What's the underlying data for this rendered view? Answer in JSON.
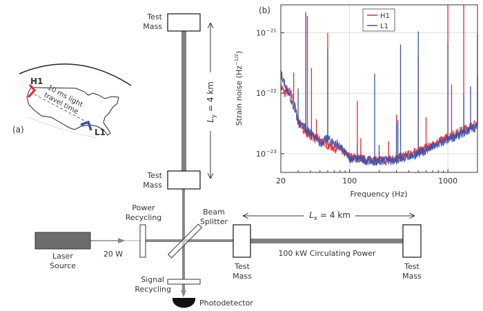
{
  "panel_a": {
    "label": "(a)",
    "h1_label": "H1",
    "l1_label": "L1",
    "travel_line1": "10 ms light",
    "travel_line2": "travel time",
    "h1_color": "#e8242a",
    "l1_color": "#3a52a8"
  },
  "diagram": {
    "laser_line1": "Laser",
    "laser_line2": "Source",
    "input_power": "20 W",
    "power_recycling_line1": "Power",
    "power_recycling_line2": "Recycling",
    "beam_splitter_line1": "Beam",
    "beam_splitter_line2": "Splitter",
    "signal_recycling_line1": "Signal",
    "signal_recycling_line2": "Recycling",
    "photodetector": "Photodetector",
    "test_mass_line1": "Test",
    "test_mass_line2": "Mass",
    "ly_label": "L",
    "ly_sub": "y",
    "ly_value": " = 4 km",
    "lx_label": "L",
    "lx_sub": "x",
    "lx_value": " = 4 km",
    "circulating_power": "100 kW Circulating Power"
  },
  "chart_data": {
    "type": "line",
    "panel_label": "(b)",
    "xlabel": "Frequency (Hz)",
    "ylabel": "Strain noise (Hz",
    "ylabel_exp": "−1/2",
    "ylabel_end": ")",
    "xscale": "log",
    "yscale": "log",
    "xlim": [
      20,
      2000
    ],
    "ylim": [
      4.9e-24,
      2.9e-21
    ],
    "xticks": [
      {
        "v": 20,
        "label": "20"
      },
      {
        "v": 100,
        "label": "100"
      },
      {
        "v": 1000,
        "label": "1000"
      }
    ],
    "yticks": [
      {
        "v": 1e-21,
        "label": "10",
        "exp": "−21"
      },
      {
        "v": 1e-22,
        "label": "10",
        "exp": "−22"
      },
      {
        "v": 1e-23,
        "label": "10",
        "exp": "−23"
      }
    ],
    "grid": true,
    "legend_position": "top-center",
    "series": [
      {
        "name": "H1",
        "color": "#e8242a",
        "baseline": [
          [
            20,
            1.3e-22
          ],
          [
            22,
            1e-22
          ],
          [
            25,
            1.1e-22
          ],
          [
            28,
            6e-23
          ],
          [
            30,
            3.5e-23
          ],
          [
            35,
            2.4e-23
          ],
          [
            40,
            2e-23
          ],
          [
            50,
            1.7e-23
          ],
          [
            60,
            1.4e-23
          ],
          [
            70,
            1.25e-23
          ],
          [
            80,
            1.2e-23
          ],
          [
            100,
            9e-24
          ],
          [
            150,
            8e-24
          ],
          [
            200,
            7.8e-24
          ],
          [
            300,
            8.5e-24
          ],
          [
            500,
            1.1e-23
          ],
          [
            700,
            1.4e-23
          ],
          [
            1000,
            1.9e-23
          ],
          [
            1500,
            2.6e-23
          ],
          [
            2000,
            3.2e-23
          ]
        ],
        "lines": [
          [
            27,
            2.2e-22
          ],
          [
            35.9,
            2e-21
          ],
          [
            37.3,
            1.9e-21
          ],
          [
            41,
            2.6e-22
          ],
          [
            46,
            3.7e-23
          ],
          [
            60,
            1e-21
          ],
          [
            120,
            7.5e-23
          ],
          [
            130,
            1.8e-23
          ],
          [
            250,
            1.6e-23
          ],
          [
            300,
            4.4e-23
          ],
          [
            500,
            4e-22
          ],
          [
            600,
            4e-23
          ],
          [
            1000,
            2.9e-21
          ],
          [
            1090,
            1.4e-22
          ],
          [
            1450,
            2.9e-21
          ],
          [
            2000,
            9.5e-22
          ]
        ]
      },
      {
        "name": "L1",
        "color": "#3a52a8",
        "baseline": [
          [
            20,
            2.2e-22
          ],
          [
            22,
            1.4e-22
          ],
          [
            24,
            1e-22
          ],
          [
            26,
            7e-23
          ],
          [
            28,
            5.5e-23
          ],
          [
            30,
            3.2e-23
          ],
          [
            35,
            2.8e-23
          ],
          [
            40,
            2.2e-23
          ],
          [
            50,
            1.5e-23
          ],
          [
            60,
            1.8e-23
          ],
          [
            70,
            1.5e-23
          ],
          [
            80,
            1.3e-23
          ],
          [
            100,
            8.5e-24
          ],
          [
            150,
            7.8e-24
          ],
          [
            200,
            7.5e-24
          ],
          [
            300,
            8e-24
          ],
          [
            500,
            1e-23
          ],
          [
            700,
            1.3e-23
          ],
          [
            1000,
            1.7e-23
          ],
          [
            1500,
            2.3e-23
          ],
          [
            2000,
            2.9e-23
          ]
        ],
        "lines": [
          [
            30,
            1.2e-22
          ],
          [
            35.9,
            2.2e-21
          ],
          [
            60,
            5.5e-22
          ],
          [
            75,
            1.7e-23
          ],
          [
            120,
            1.5e-23
          ],
          [
            180,
            2.1e-22
          ],
          [
            200,
            1.4e-23
          ],
          [
            300,
            3.3e-23
          ],
          [
            310,
            3.6e-23
          ],
          [
            330,
            6.4e-22
          ],
          [
            500,
            1.05e-21
          ],
          [
            1000,
            7e-22
          ],
          [
            1450,
            1e-22
          ],
          [
            1700,
            1.3e-22
          ],
          [
            2000,
            2e-22
          ]
        ]
      }
    ]
  }
}
